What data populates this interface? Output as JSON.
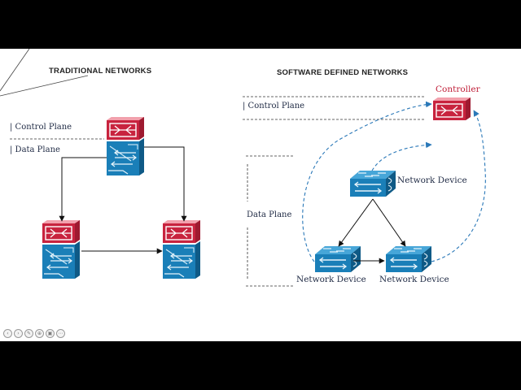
{
  "slide": {
    "left_title": "TRADITIONAL NETWORKS",
    "right_title": "SOFTWARE DEFINED NETWORKS"
  },
  "traditional": {
    "control_plane_label": "| Control Plane",
    "data_plane_label": "| Data Plane"
  },
  "sdn": {
    "controller_label": "Controller",
    "control_plane_label": "| Control Plane",
    "data_plane_label": "Data Plane",
    "device_labels": [
      "Network Device",
      "Network Device",
      "Network Device"
    ]
  },
  "colors": {
    "router_red": "#c8233e",
    "switch_blue": "#1a7fb8",
    "dashed_link": "#2a78b8",
    "text_dark": "#1f2a44"
  },
  "icons": [
    "router-icon",
    "switch-icon",
    "layer3-switch-icon"
  ],
  "player_controls": [
    "prev-icon",
    "next-icon",
    "pen-icon",
    "zoom-icon",
    "slides-icon",
    "more-icon"
  ]
}
